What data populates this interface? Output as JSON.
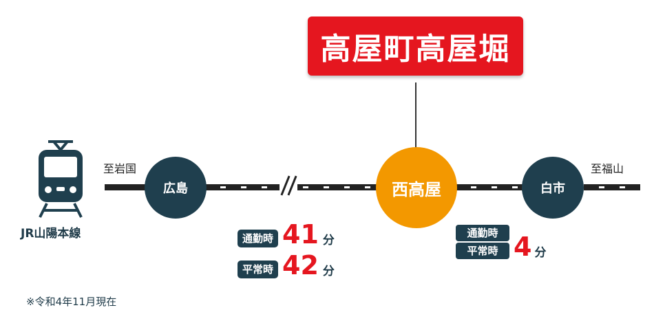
{
  "title": "高屋町高屋堀",
  "train": {
    "line_label": "JR山陽本線"
  },
  "directions": {
    "west": "至岩国",
    "east": "至福山"
  },
  "stations": {
    "hiroshima": "広島",
    "nishitakaya": "西高屋",
    "shiraichi": "白市"
  },
  "times_to_hiroshima": {
    "commute_label": "通勤時",
    "commute_value": "41",
    "commute_unit": "分",
    "normal_label": "平常時",
    "normal_value": "42",
    "normal_unit": "分"
  },
  "times_to_shiraichi": {
    "commute_label": "通勤時",
    "normal_label": "平常時",
    "value": "4",
    "unit": "分"
  },
  "note": "※令和4年11月現在",
  "colors": {
    "accent_red": "#e5161f",
    "station_navy": "#1f3f4e",
    "main_station_orange": "#f39800"
  }
}
